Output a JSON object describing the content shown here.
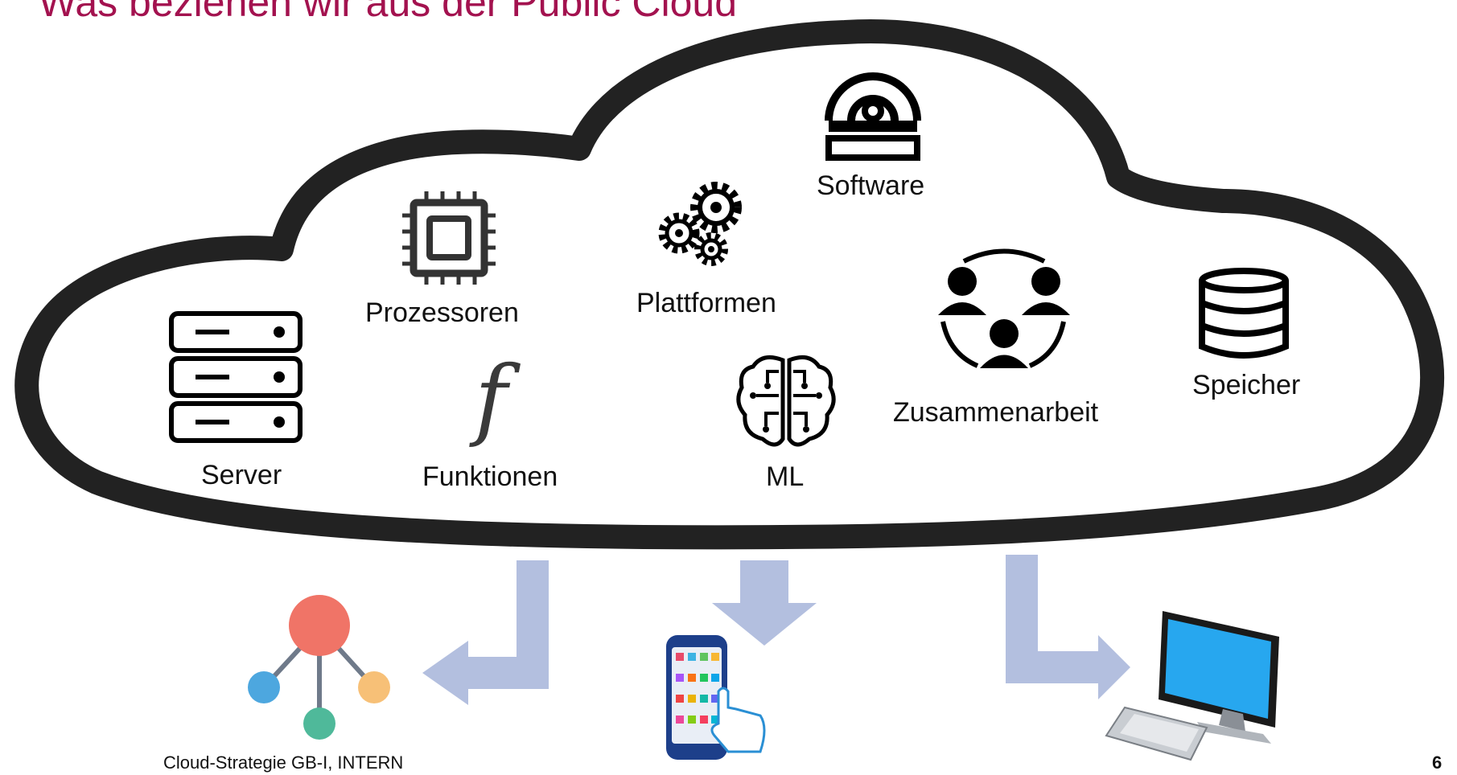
{
  "slide": {
    "title": "Was beziehen wir aus der Public Cloud",
    "footer": "Cloud-Strategie GB-I, INTERN",
    "page_number": "6"
  },
  "cloud": {
    "items": [
      {
        "label": "Software",
        "icon": "software-disc-icon"
      },
      {
        "label": "Prozessoren",
        "icon": "processor-chip-icon"
      },
      {
        "label": "Plattformen",
        "icon": "gears-icon"
      },
      {
        "label": "Zusammenarbeit",
        "icon": "collaboration-people-icon"
      },
      {
        "label": "Speicher",
        "icon": "database-icon"
      },
      {
        "label": "Server",
        "icon": "server-rack-icon"
      },
      {
        "label": "Funktionen",
        "icon": "function-icon"
      },
      {
        "label": "ML",
        "icon": "brain-circuit-icon"
      }
    ],
    "function_symbol": "f"
  },
  "consumers": [
    {
      "icon": "network-nodes-icon"
    },
    {
      "icon": "smartphone-icon"
    },
    {
      "icon": "desktop-computer-icon"
    }
  ],
  "colors": {
    "title": "#a3124f",
    "cloud_outline": "#222222",
    "arrow": "#b3bfdf"
  }
}
